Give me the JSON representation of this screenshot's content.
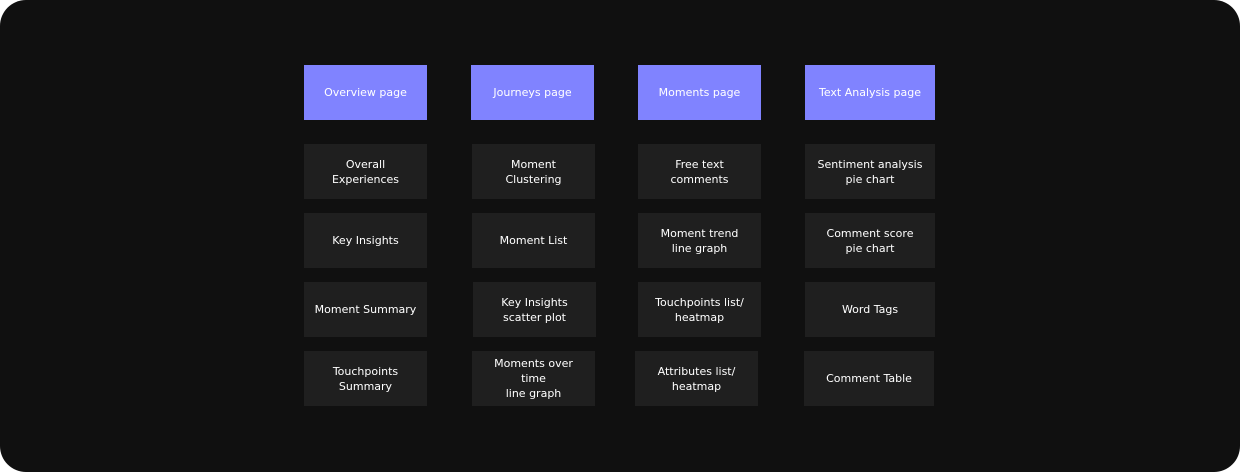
{
  "columns": [
    {
      "header": "Overview page",
      "items": [
        "Overall\nExperiences",
        "Key Insights",
        "Moment Summary",
        "Touchpoints\nSummary"
      ]
    },
    {
      "header": "Journeys page",
      "items": [
        "Moment Clustering",
        "Moment List",
        "Key Insights\nscatter plot",
        "Moments over time\nline graph"
      ]
    },
    {
      "header": "Moments page",
      "items": [
        "Free text\ncomments",
        "Moment trend\nline graph",
        "Touchpoints list/\nheatmap",
        "Attributes list/\nheatmap"
      ]
    },
    {
      "header": "Text Analysis page",
      "items": [
        "Sentiment analysis\npie chart",
        "Comment score\npie chart",
        "Word Tags",
        "Comment Table"
      ]
    }
  ],
  "colors": {
    "background": "#101010",
    "header": "#8083ff",
    "item": "#1f1f1f",
    "text": "#ffffff"
  }
}
